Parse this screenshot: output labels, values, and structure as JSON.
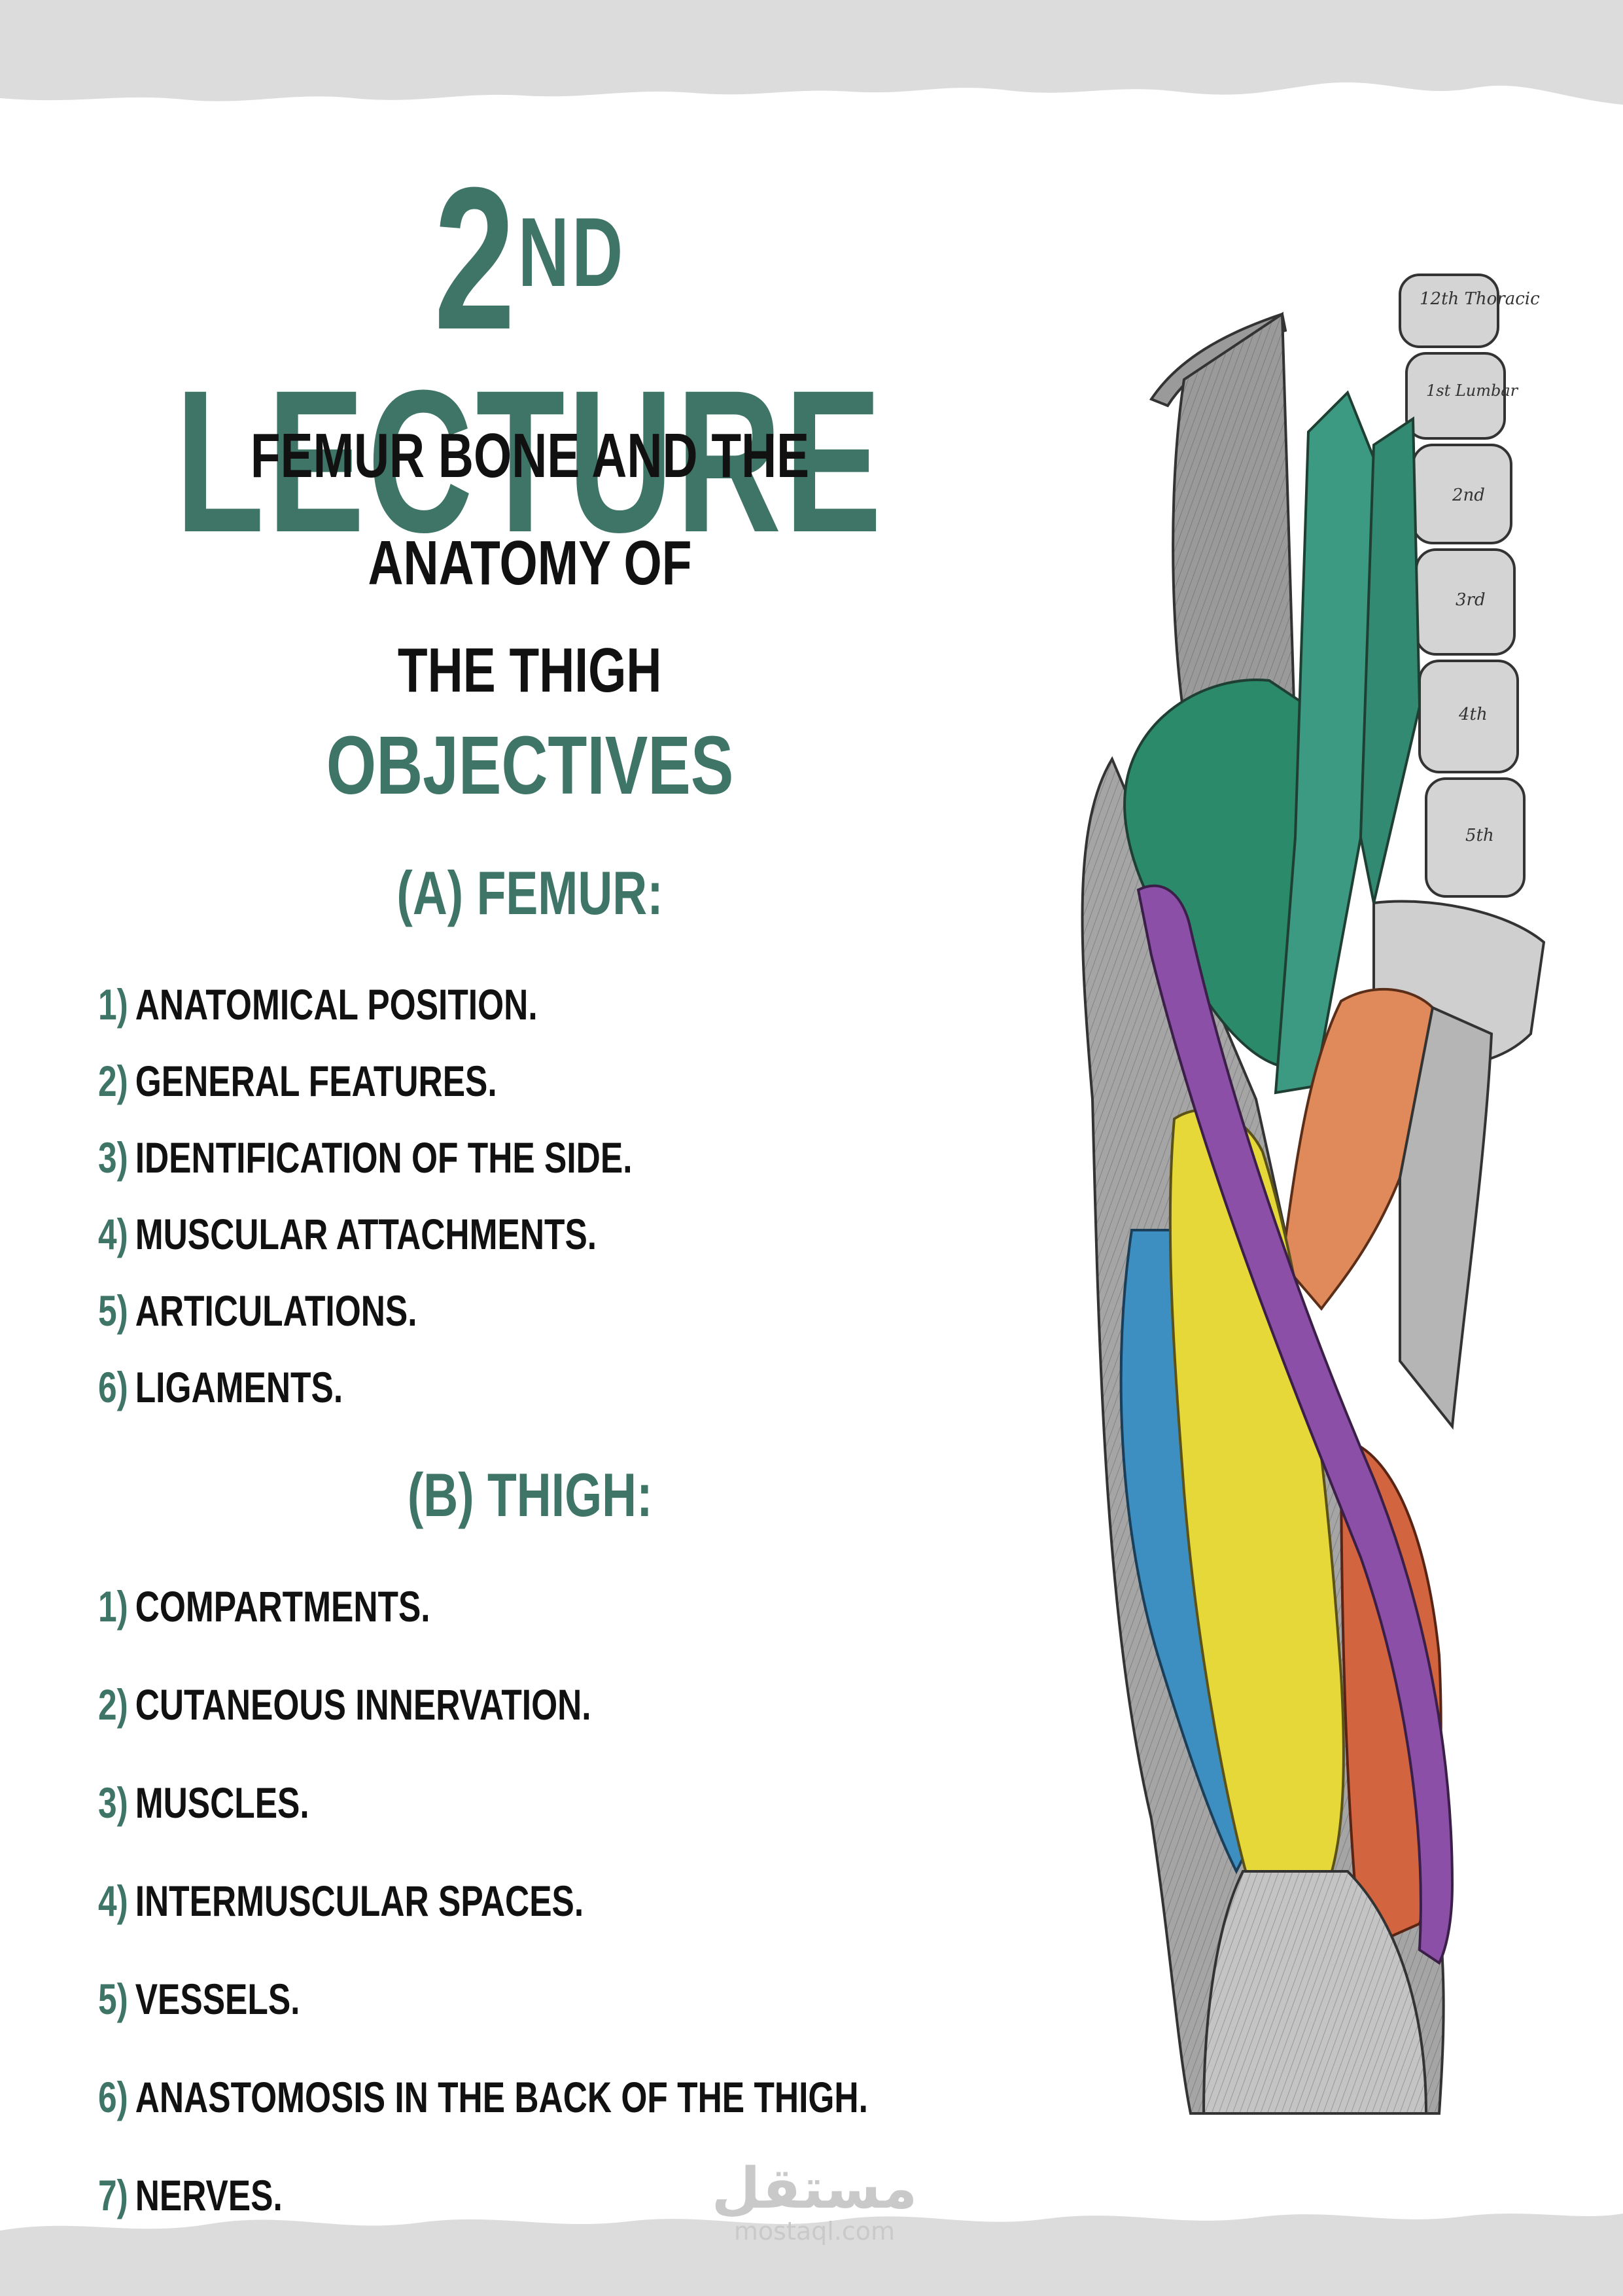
{
  "title": {
    "main": "2",
    "sup": "ND",
    "rest": " LECTURE"
  },
  "subtitle": {
    "line1": "FEMUR BONE AND THE ANATOMY OF",
    "line2": "THE THIGH"
  },
  "objectives_heading": "OBJECTIVES",
  "femur": {
    "heading": "(A) FEMUR:",
    "items": [
      {
        "num": "1)",
        "text": "ANATOMICAL POSITION."
      },
      {
        "num": "2)",
        "text": "GENERAL FEATURES."
      },
      {
        "num": "3)",
        "text": "IDENTIFICATION OF THE SIDE."
      },
      {
        "num": "4)",
        "text": "MUSCULAR ATTACHMENTS."
      },
      {
        "num": "5)",
        "text": "ARTICULATIONS."
      },
      {
        "num": "6)",
        "text": "LIGAMENTS."
      }
    ]
  },
  "thigh": {
    "heading": "(B) THIGH:",
    "items": [
      {
        "num": "1)",
        "text": "COMPARTMENTS."
      },
      {
        "num": "2)",
        "text": "CUTANEOUS INNERVATION."
      },
      {
        "num": "3)",
        "text": "MUSCLES."
      },
      {
        "num": "4)",
        "text": "INTERMUSCULAR SPACES."
      },
      {
        "num": "5)",
        "text": "VESSELS."
      },
      {
        "num": "6)",
        "text": "ANASTOMOSIS IN THE BACK OF THE THIGH."
      },
      {
        "num": "7)",
        "text": "NERVES."
      }
    ]
  },
  "illustration": {
    "vertebra_labels": [
      "12th Thoracic",
      "1st Lumbar",
      "2nd",
      "3rd",
      "4th",
      "5th"
    ],
    "colors": {
      "iliacus": "#2a8a6a",
      "psoas": "#3c9a83",
      "sartorius": "#8b4fa8",
      "pectineus": "#e0895a",
      "rectus_femoris": "#e6d838",
      "vastus_lateralis": "#3d8fc2",
      "adductor": "#d2643f",
      "bone": "#9a9a9a"
    }
  },
  "watermark": {
    "arabic": "مستقل",
    "latin": "mostaql.com"
  },
  "colors": {
    "accent": "#3f7566",
    "text": "#111111",
    "paper_edge": "#dcdcdc"
  }
}
